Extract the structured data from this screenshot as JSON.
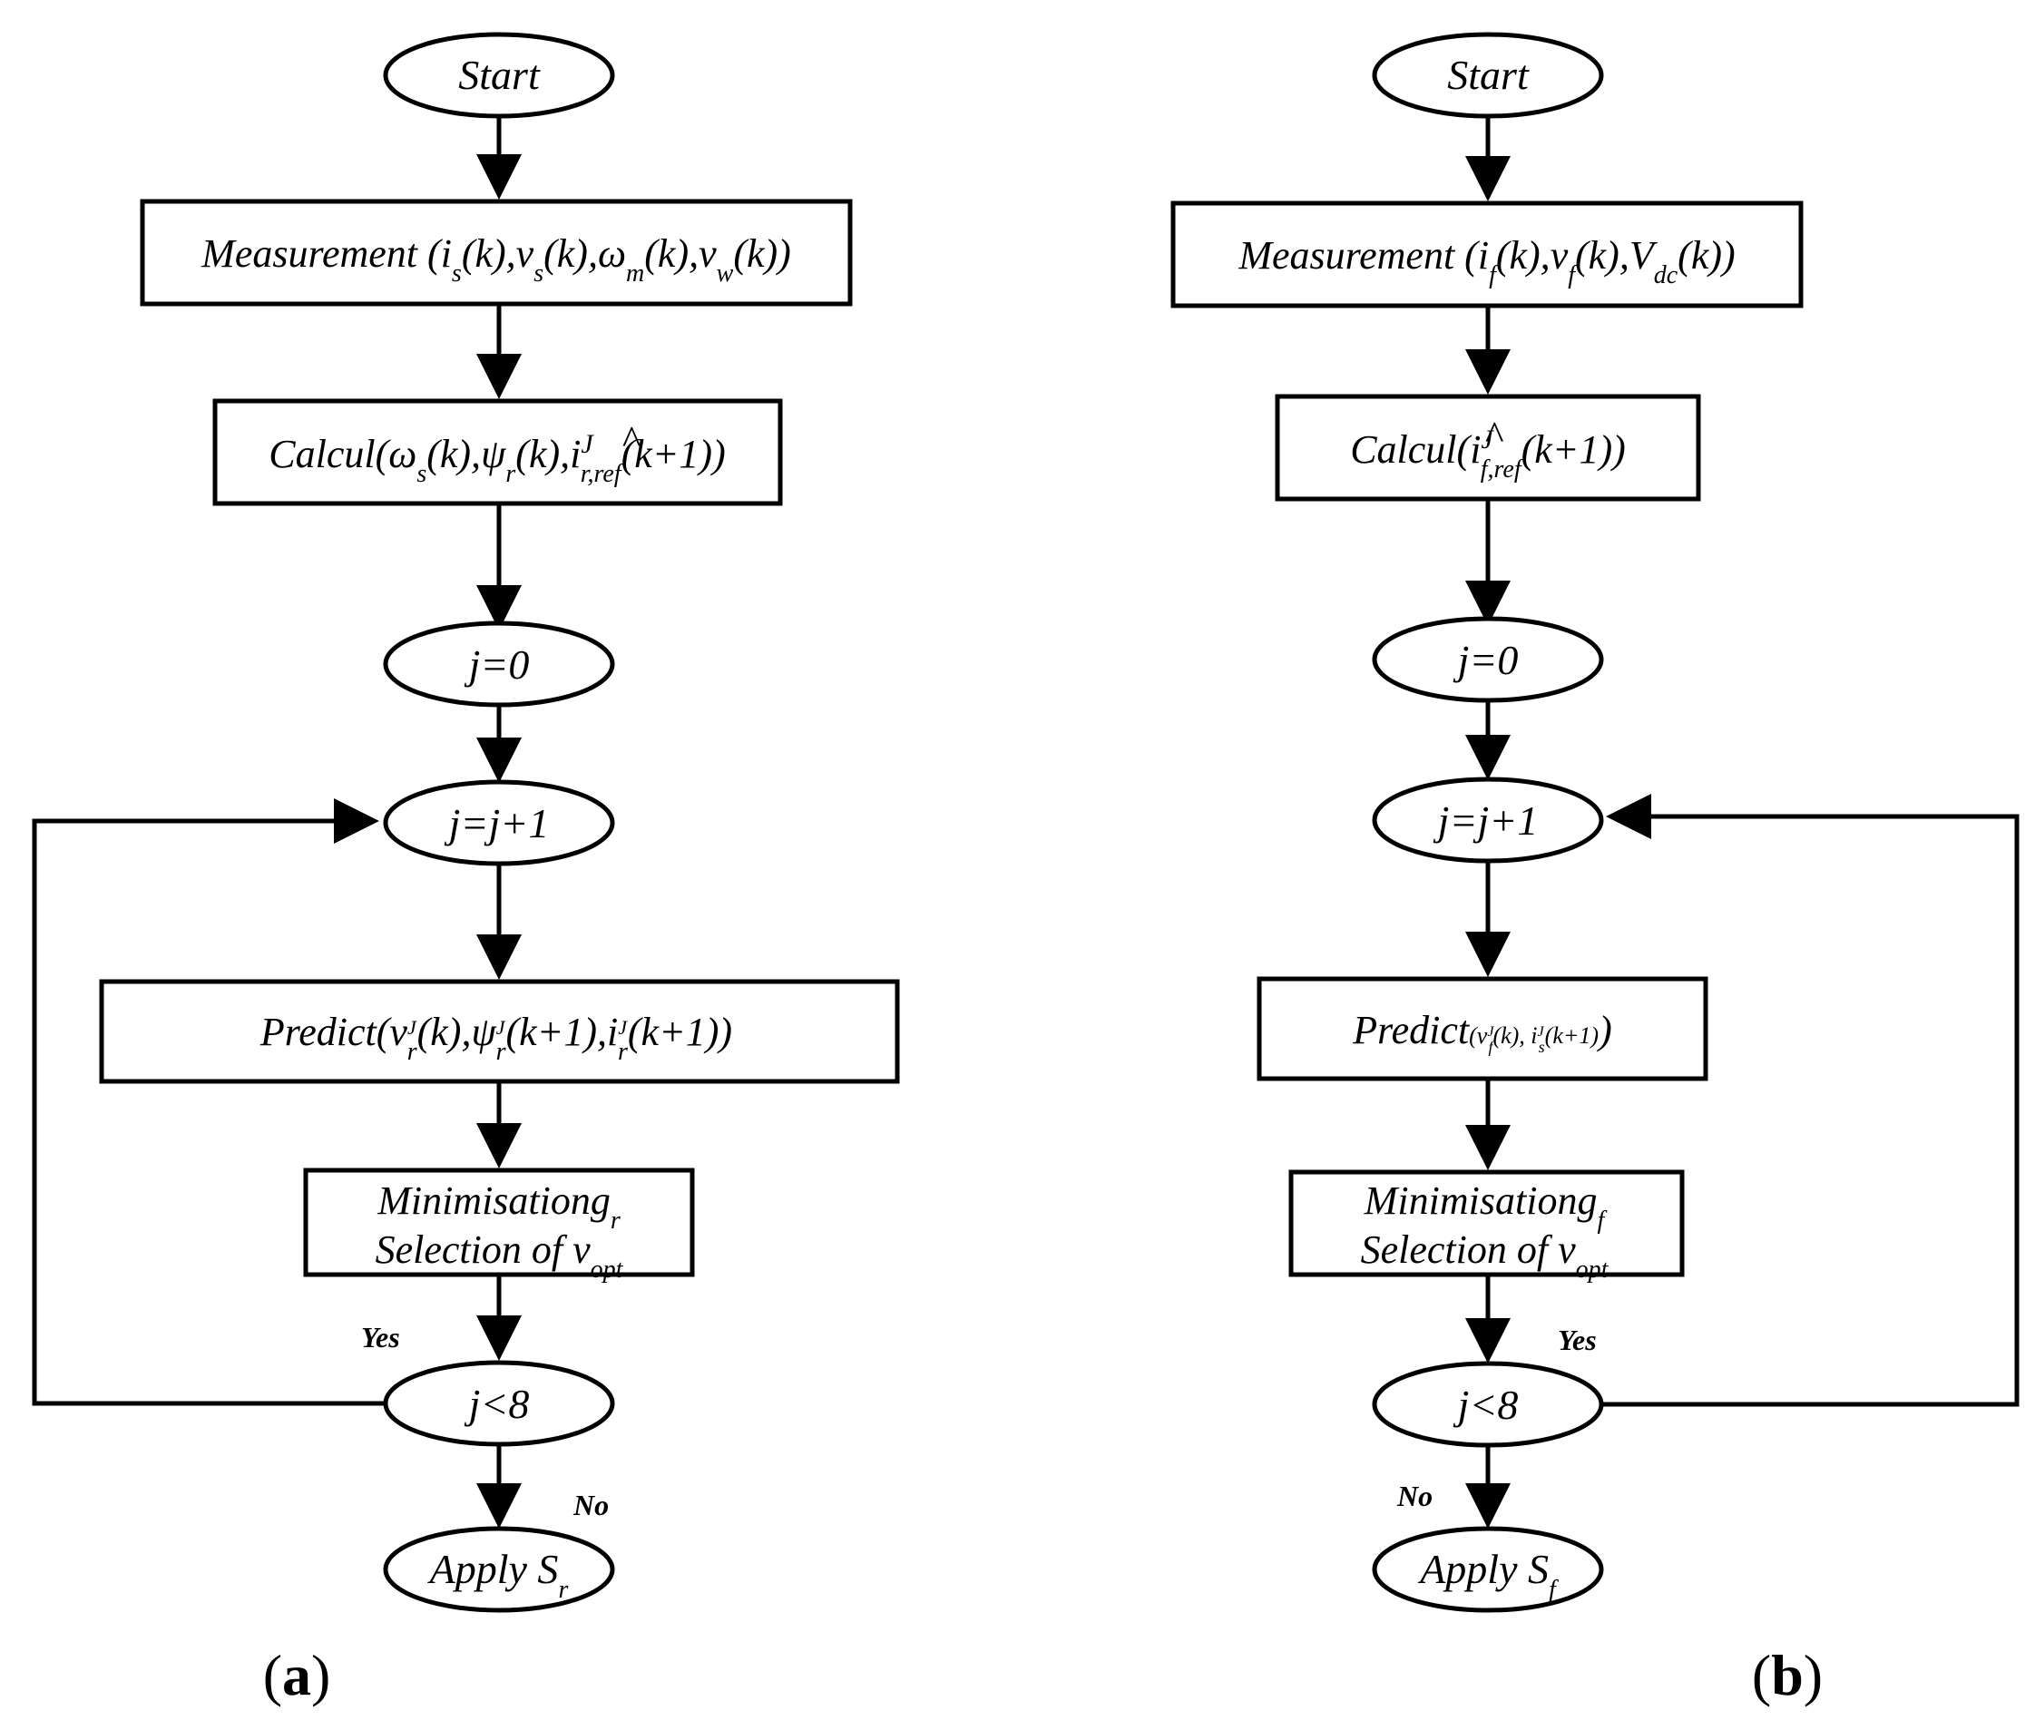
{
  "panel_a": {
    "start": "Start",
    "measurement": {
      "prefix": "Measurement (",
      "i": "i",
      "i_sub": "s",
      "arg1": "(k),",
      "v": "v",
      "v_sub": "s",
      "arg2": "(k),",
      "omega": "ω",
      "omega_sub": "m",
      "arg3": "(k),",
      "vw": "v",
      "vw_sub": "w",
      "arg4": "(k))"
    },
    "calcul": {
      "prefix": "Calcul(",
      "omega": "ω",
      "omega_sub": "s",
      "arg1": "(k),",
      "psi": "ψ",
      "psi_sub": "r",
      "arg2": "(k),",
      "i": "i",
      "i_sup": "J",
      "i_sub": "r,ref",
      "hat": "^",
      "arg3": "(k+1))"
    },
    "init": "j=0",
    "increment": "j=j+1",
    "predict": {
      "prefix": "Predict(",
      "v": "v",
      "v_sub": "r",
      "v_sup": "J",
      "arg1": "(k),",
      "psi": "ψ",
      "psi_sub": "r",
      "psi_sup": "J",
      "arg2": "(k+1),",
      "i": "i",
      "i_sub": "r",
      "i_sup": "J",
      "arg3": "(k+1))"
    },
    "minimisation": {
      "line1": "Minimisation",
      "g": "g",
      "g_sub": "r",
      "line2": "Selection of v",
      "v_sub": "opt"
    },
    "yes_label": "Yes",
    "condition": "j<8",
    "no_label": "No",
    "apply": {
      "text": "Apply S",
      "sub": "r"
    },
    "panel_label": {
      "open": "(",
      "letter": "a",
      "close": ")"
    }
  },
  "panel_b": {
    "start": "Start",
    "measurement": {
      "prefix": "Measurement (",
      "i": "i",
      "i_sub": "f",
      "arg1": "(k),",
      "v": "v",
      "v_sub": "f",
      "arg2": "(k),",
      "V": "V",
      "V_sub": "dc",
      "arg3": "(k))"
    },
    "calcul": {
      "prefix": "Calcul(",
      "i": "i",
      "i_sup": "J",
      "i_sub": "f,ref",
      "hat": "^",
      "arg1": "(k+1))"
    },
    "init": "j=0",
    "increment": "j=j+1",
    "predict": {
      "prefix": "Predict",
      "inner": "(v",
      "v_sub": "f",
      "v_sup": "J",
      "arg1": "(k), i",
      "i_sub": "s",
      "i_sup": "J",
      "arg2": "(k+1)",
      "suffix": ")"
    },
    "minimisation": {
      "line1": "Minimisation",
      "g": "g",
      "g_sub": "f",
      "line2": "Selection of v",
      "v_sub": "opt"
    },
    "yes_label": "Yes",
    "condition": "j<8",
    "no_label": "No",
    "apply": {
      "text": "Apply S",
      "sub": "f"
    },
    "panel_label": {
      "open": "(",
      "letter": "b",
      "close": ")"
    }
  }
}
